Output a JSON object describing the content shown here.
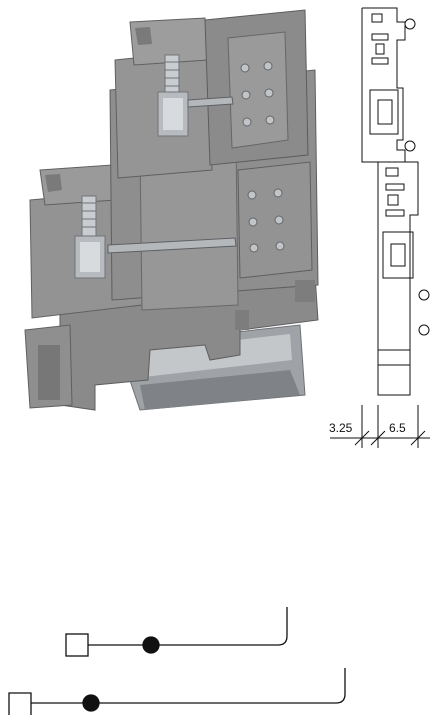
{
  "dimensions": {
    "left_value": "3.25",
    "right_value": "6.5"
  },
  "colors": {
    "housing": "#8d8d8d",
    "housing_dark": "#6b6b6b",
    "housing_light": "#a6a6a6",
    "metal": "#b9bcbf",
    "metal_dark": "#7d8185",
    "line": "#111111",
    "background": "#ffffff"
  },
  "product_image": {
    "description_icon": "terminal-block-photo"
  },
  "side_view": {
    "icon": "side-profile-drawing"
  },
  "schematic": {
    "circuits": [
      {
        "terminal_shape": "square",
        "junction_shape": "filled-circle"
      },
      {
        "terminal_shape": "square",
        "junction_shape": "filled-circle"
      }
    ]
  }
}
